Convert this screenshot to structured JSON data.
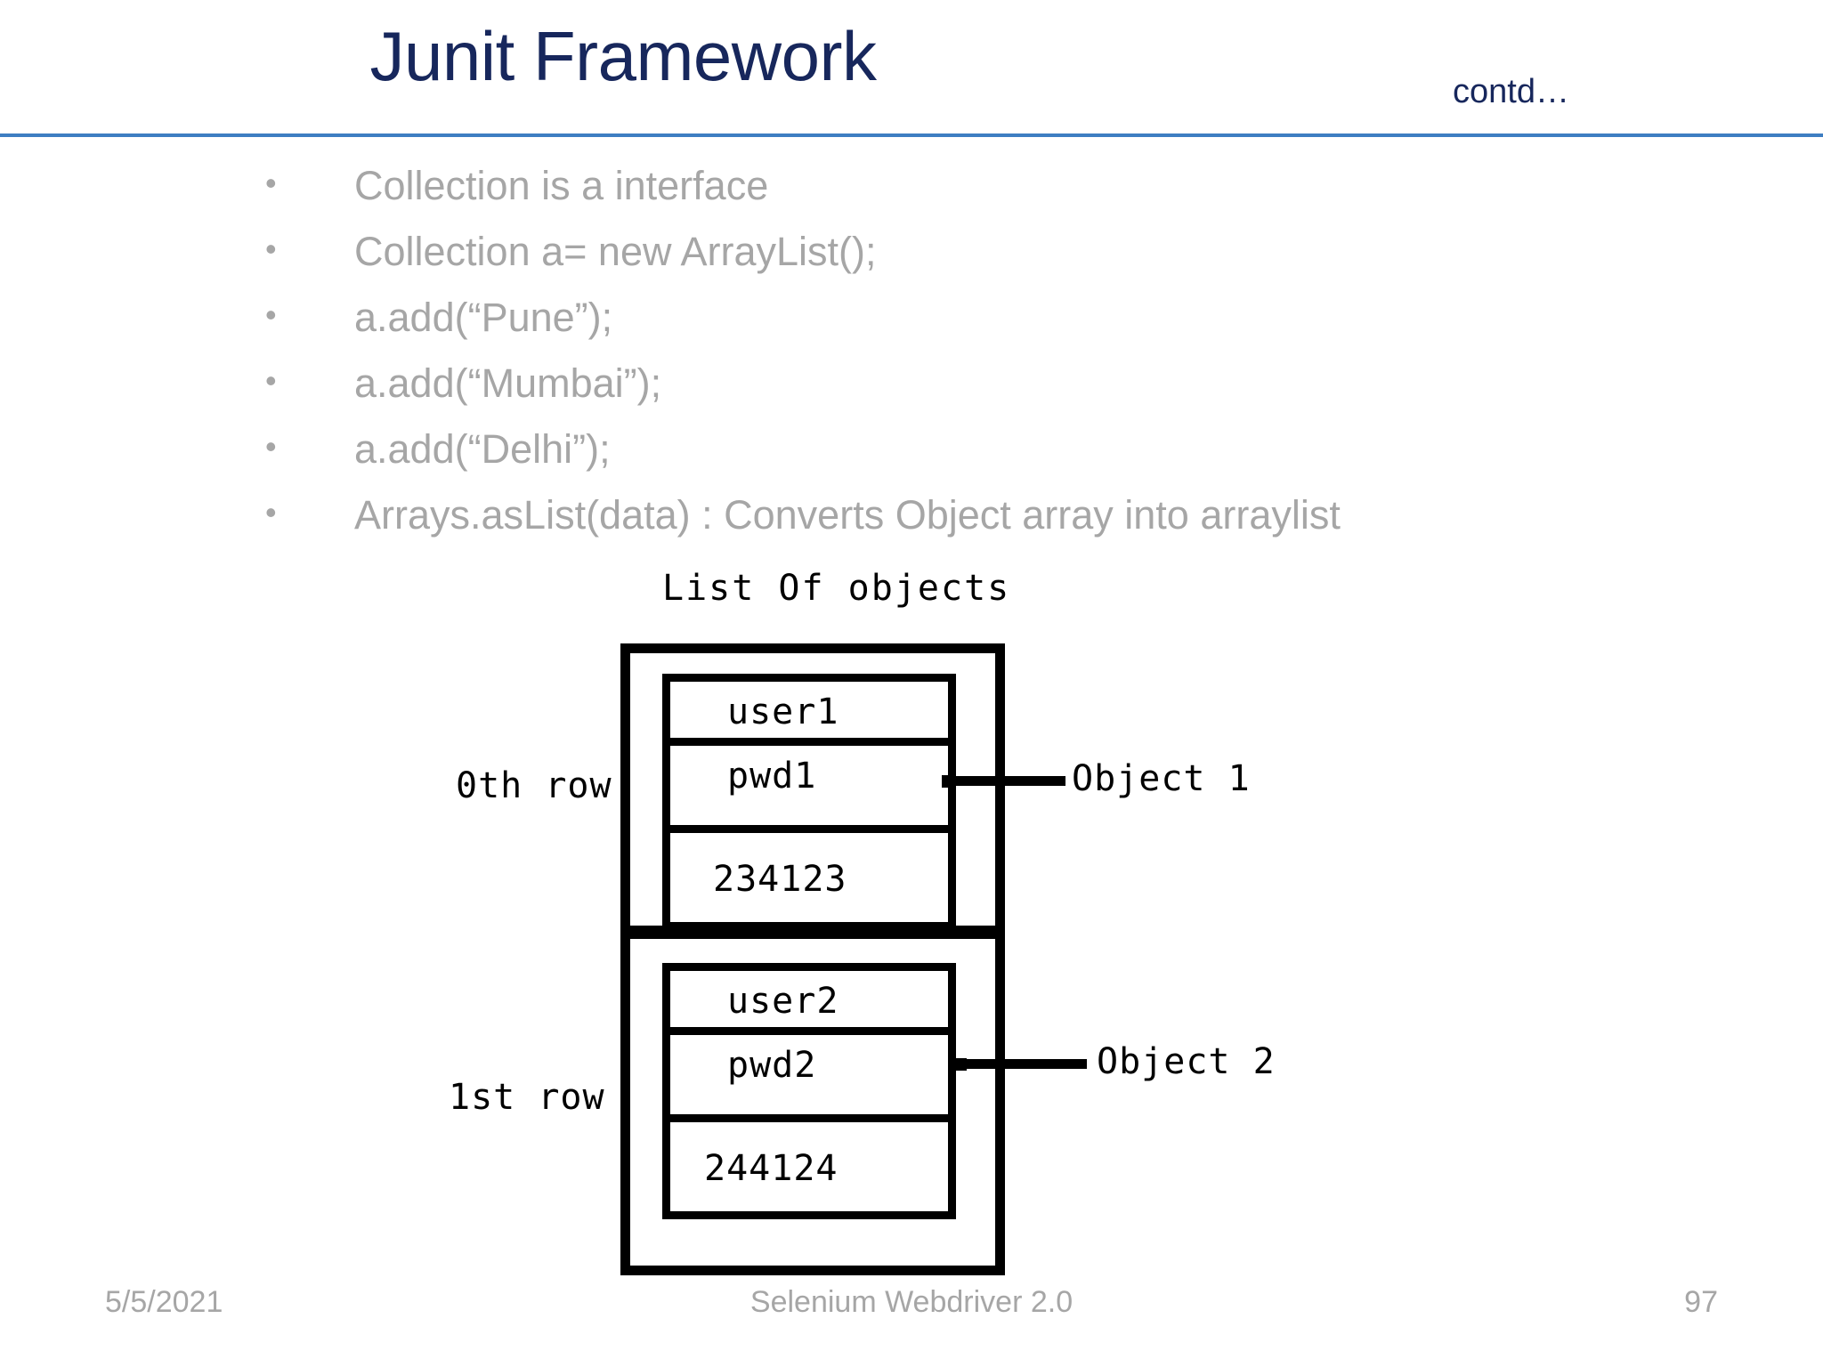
{
  "slide": {
    "title": "Junit Framework",
    "contd_label": "contd…",
    "accent_rule_color": "#3e7ec2",
    "title_color": "#17275c",
    "body_text_color": "#a6a6a6"
  },
  "bullets": [
    {
      "marker": "•",
      "text": "Collection is a interface"
    },
    {
      "marker": "•",
      "text": "Collection a= new ArrayList();"
    },
    {
      "marker": "•",
      "text": "a.add(“Pune”);"
    },
    {
      "marker": "•",
      "text": "a.add(“Mumbai”);"
    },
    {
      "marker": "•",
      "text": "a.add(“Delhi”);"
    },
    {
      "marker": "•",
      "text": "Arrays.asList(data) : Converts Object array into arraylist"
    }
  ],
  "diagram": {
    "title": "List Of objects",
    "rows": [
      {
        "row_label": "0th row",
        "object_label": "Object 1",
        "cells": [
          "user1",
          "pwd1",
          "234123"
        ]
      },
      {
        "row_label": "1st row",
        "object_label": "Object 2",
        "cells": [
          "user2",
          "pwd2",
          "244124"
        ]
      }
    ]
  },
  "footer": {
    "date": "5/5/2021",
    "center_text": "Selenium Webdriver 2.0",
    "page_number": "97"
  }
}
